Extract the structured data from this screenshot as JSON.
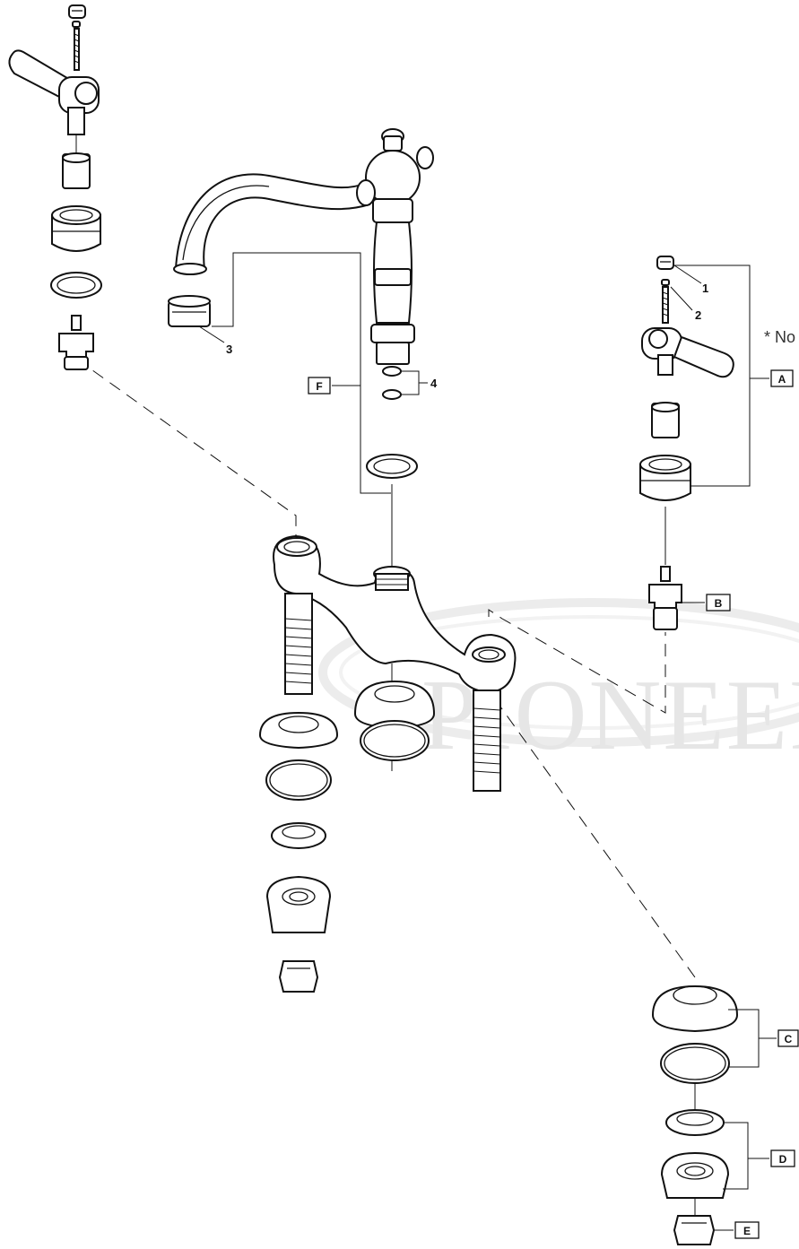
{
  "watermark": {
    "text": "PIONEER"
  },
  "note": {
    "text": "* No"
  },
  "callouts": {
    "n1": "1",
    "n2": "2",
    "n3": "3",
    "n4": "4",
    "A": "A",
    "B": "B",
    "C": "C",
    "D": "D",
    "E": "E",
    "F": "F"
  }
}
